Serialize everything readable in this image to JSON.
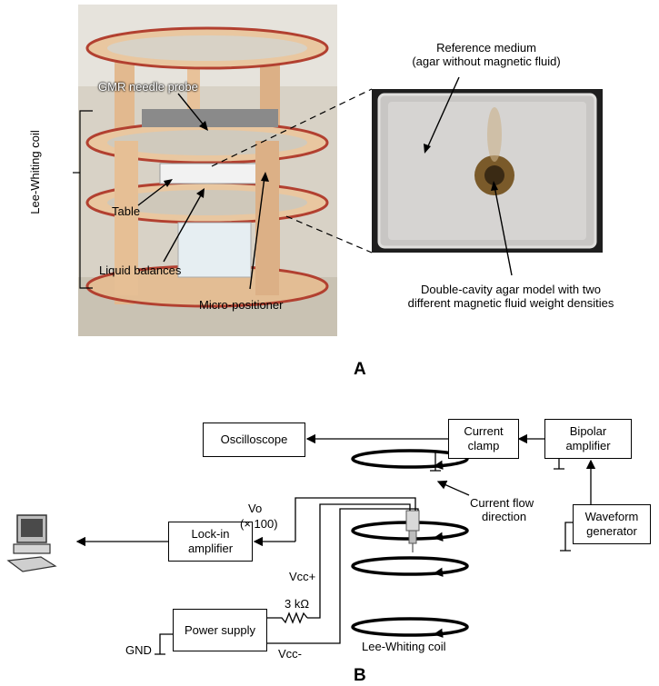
{
  "panel_a": {
    "letter": "A",
    "coil_label": "Lee-Whiting coil",
    "probe_label": "GMR needle probe",
    "table_label": "Table",
    "balances_label": "Liquid balances",
    "positioner_label": "Micro-positioner",
    "reference_title": "Reference medium",
    "reference_sub": "(agar without magnetic fluid)",
    "model_line1": "Double-cavity agar model with two",
    "model_line2": "different magnetic fluid weight densities"
  },
  "panel_b": {
    "letter": "B",
    "oscilloscope": "Oscilloscope",
    "current_clamp_1": "Current",
    "current_clamp_2": "clamp",
    "bipolar_1": "Bipolar",
    "bipolar_2": "amplifier",
    "waveform_1": "Waveform",
    "waveform_2": "generator",
    "lockin_1": "Lock-in",
    "lockin_2": "amplifier",
    "power_supply": "Power supply",
    "vo": "Vo",
    "gain": "(× 100)",
    "vcc_plus": "Vcc+",
    "vcc_minus": "Vcc-",
    "resistor": "3 kΩ",
    "gnd": "GND",
    "flow_1": "Current flow",
    "flow_2": "direction",
    "coil_label": "Lee-Whiting coil"
  }
}
